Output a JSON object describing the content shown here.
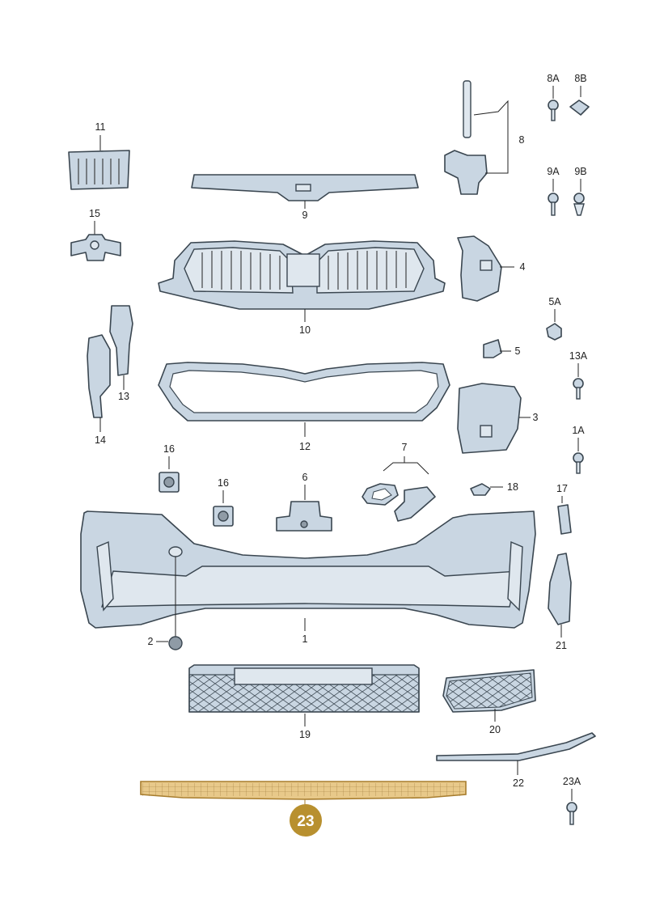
{
  "labels": {
    "p1": "1",
    "p2": "2",
    "p3": "3",
    "p4": "4",
    "p5": "5",
    "p5a": "5A",
    "p6": "6",
    "p7": "7",
    "p8": "8",
    "p8a": "8A",
    "p8b": "8B",
    "p9": "9",
    "p9a": "9A",
    "p9b": "9B",
    "p10": "10",
    "p11": "11",
    "p12": "12",
    "p13": "13",
    "p13a": "13A",
    "p14": "14",
    "p15": "15",
    "p16a": "16",
    "p16b": "16",
    "p17": "17",
    "p18": "18",
    "p19": "19",
    "p20": "20",
    "p21": "21",
    "p22": "22",
    "p23a": "23A",
    "p1a": "1A"
  },
  "highlight": {
    "badge": "23",
    "color": "#b8902f"
  }
}
